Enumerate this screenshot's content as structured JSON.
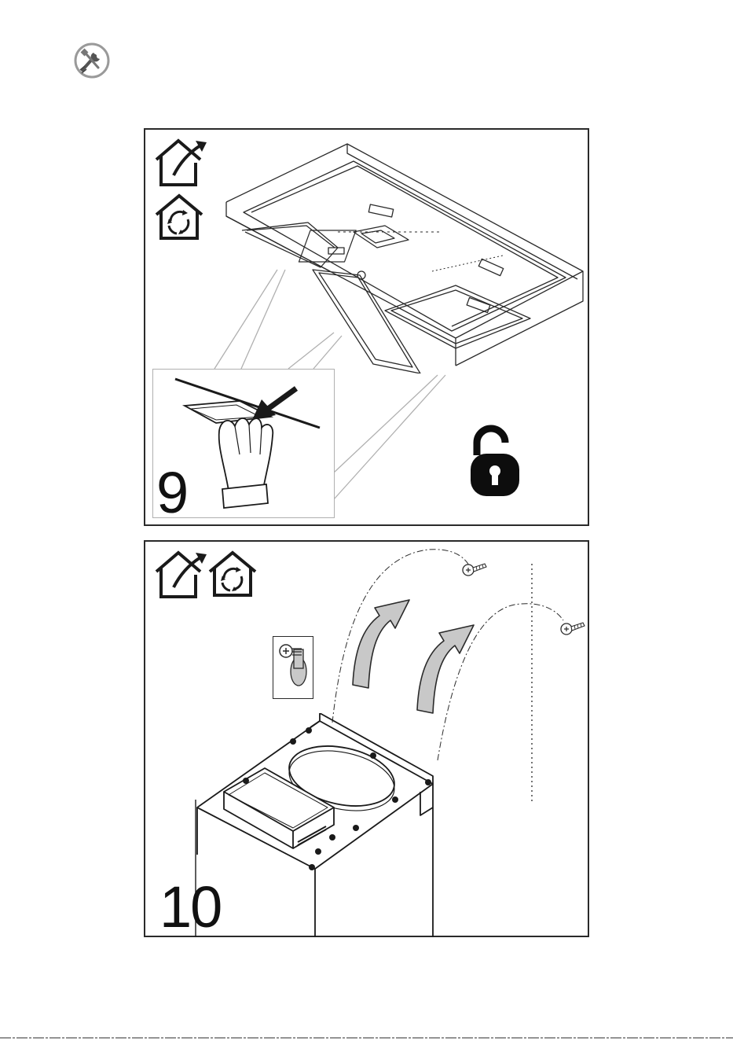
{
  "page": {
    "header_icon": "tools-icon",
    "footer_rule": "dashed"
  },
  "steps": [
    {
      "number": "9",
      "icons": [
        "house-exhaust-icon",
        "house-recirculation-icon",
        "unlock-padlock-icon",
        "hand-icon",
        "push-arrow-icon"
      ]
    },
    {
      "number": "10",
      "icons": [
        "house-exhaust-icon",
        "house-recirculation-icon",
        "screw-keyhole-icon",
        "curved-arrow-icon",
        "screw-icon"
      ]
    }
  ],
  "colors": {
    "line": "#2a2a2a",
    "arrow_fill": "#c8c8c8",
    "icon_circle": "#9a9a9a"
  }
}
